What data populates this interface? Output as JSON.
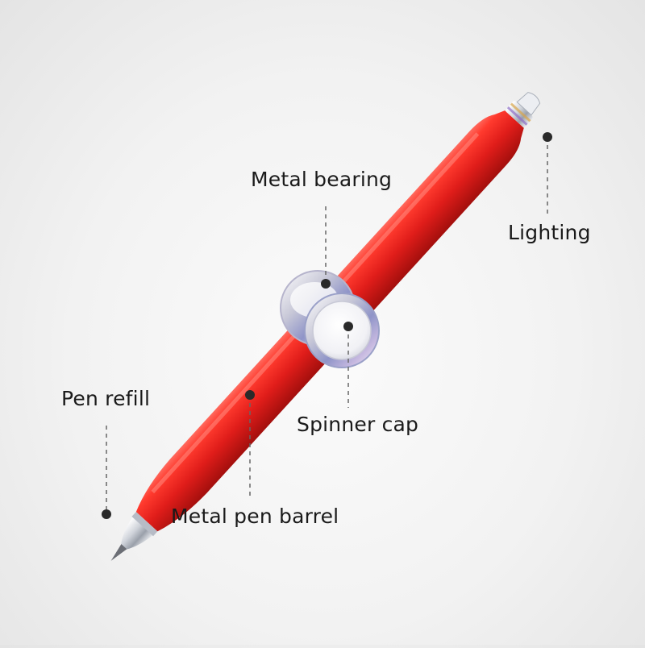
{
  "labels": {
    "metal_bearing": "Metal bearing",
    "lighting": "Lighting",
    "pen_refill": "Pen refill",
    "spinner_cap": "Spinner cap",
    "metal_pen_barrel": "Metal pen barrel"
  },
  "colors": {
    "barrel": "#e8201e",
    "barrel_dark": "#b3100e",
    "metal": "#d4d6dc",
    "marker": "#2a2a2a",
    "leader": "#666666"
  }
}
